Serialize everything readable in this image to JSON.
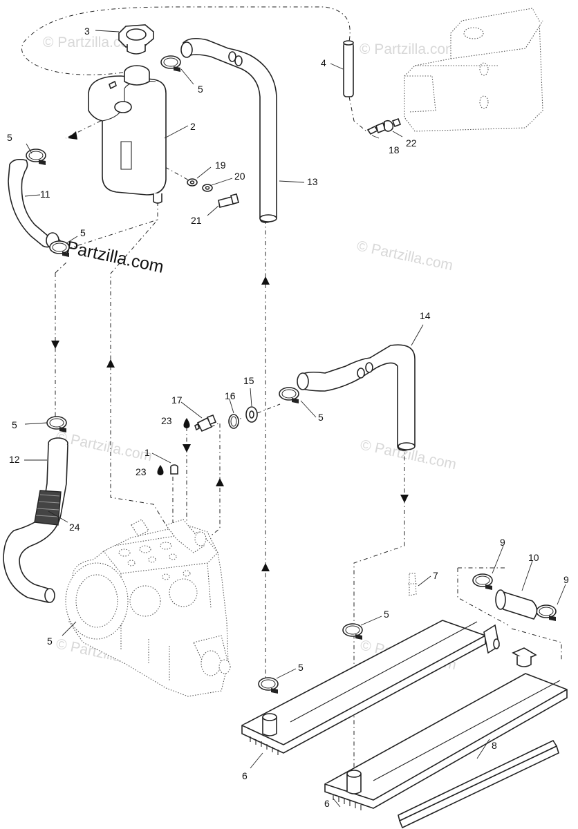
{
  "watermark": {
    "brand": "© Partzilla.com",
    "repeat": "© Partzilla.com"
  },
  "callouts": [
    {
      "id": "c3",
      "label": "3"
    },
    {
      "id": "c5a",
      "label": "5"
    },
    {
      "id": "c4",
      "label": "4"
    },
    {
      "id": "c5b",
      "label": "5"
    },
    {
      "id": "c2",
      "label": "2"
    },
    {
      "id": "c18",
      "label": "18"
    },
    {
      "id": "c22",
      "label": "22"
    },
    {
      "id": "c19",
      "label": "19"
    },
    {
      "id": "c20",
      "label": "20"
    },
    {
      "id": "c11",
      "label": "11"
    },
    {
      "id": "c13",
      "label": "13"
    },
    {
      "id": "c21",
      "label": "21"
    },
    {
      "id": "c5c",
      "label": "5"
    },
    {
      "id": "c14",
      "label": "14"
    },
    {
      "id": "c15",
      "label": "15"
    },
    {
      "id": "c17",
      "label": "17"
    },
    {
      "id": "c16",
      "label": "16"
    },
    {
      "id": "c23a",
      "label": "23"
    },
    {
      "id": "c5d",
      "label": "5"
    },
    {
      "id": "c5e",
      "label": "5"
    },
    {
      "id": "c1",
      "label": "1"
    },
    {
      "id": "c12",
      "label": "12"
    },
    {
      "id": "c23b",
      "label": "23"
    },
    {
      "id": "c24",
      "label": "24"
    },
    {
      "id": "c9a",
      "label": "9"
    },
    {
      "id": "c10",
      "label": "10"
    },
    {
      "id": "c9b",
      "label": "9"
    },
    {
      "id": "c7",
      "label": "7"
    },
    {
      "id": "c5f",
      "label": "5"
    },
    {
      "id": "c5g",
      "label": "5"
    },
    {
      "id": "c5h",
      "label": "5"
    },
    {
      "id": "c6a",
      "label": "6"
    },
    {
      "id": "c8",
      "label": "8"
    },
    {
      "id": "c6b",
      "label": "6"
    }
  ]
}
